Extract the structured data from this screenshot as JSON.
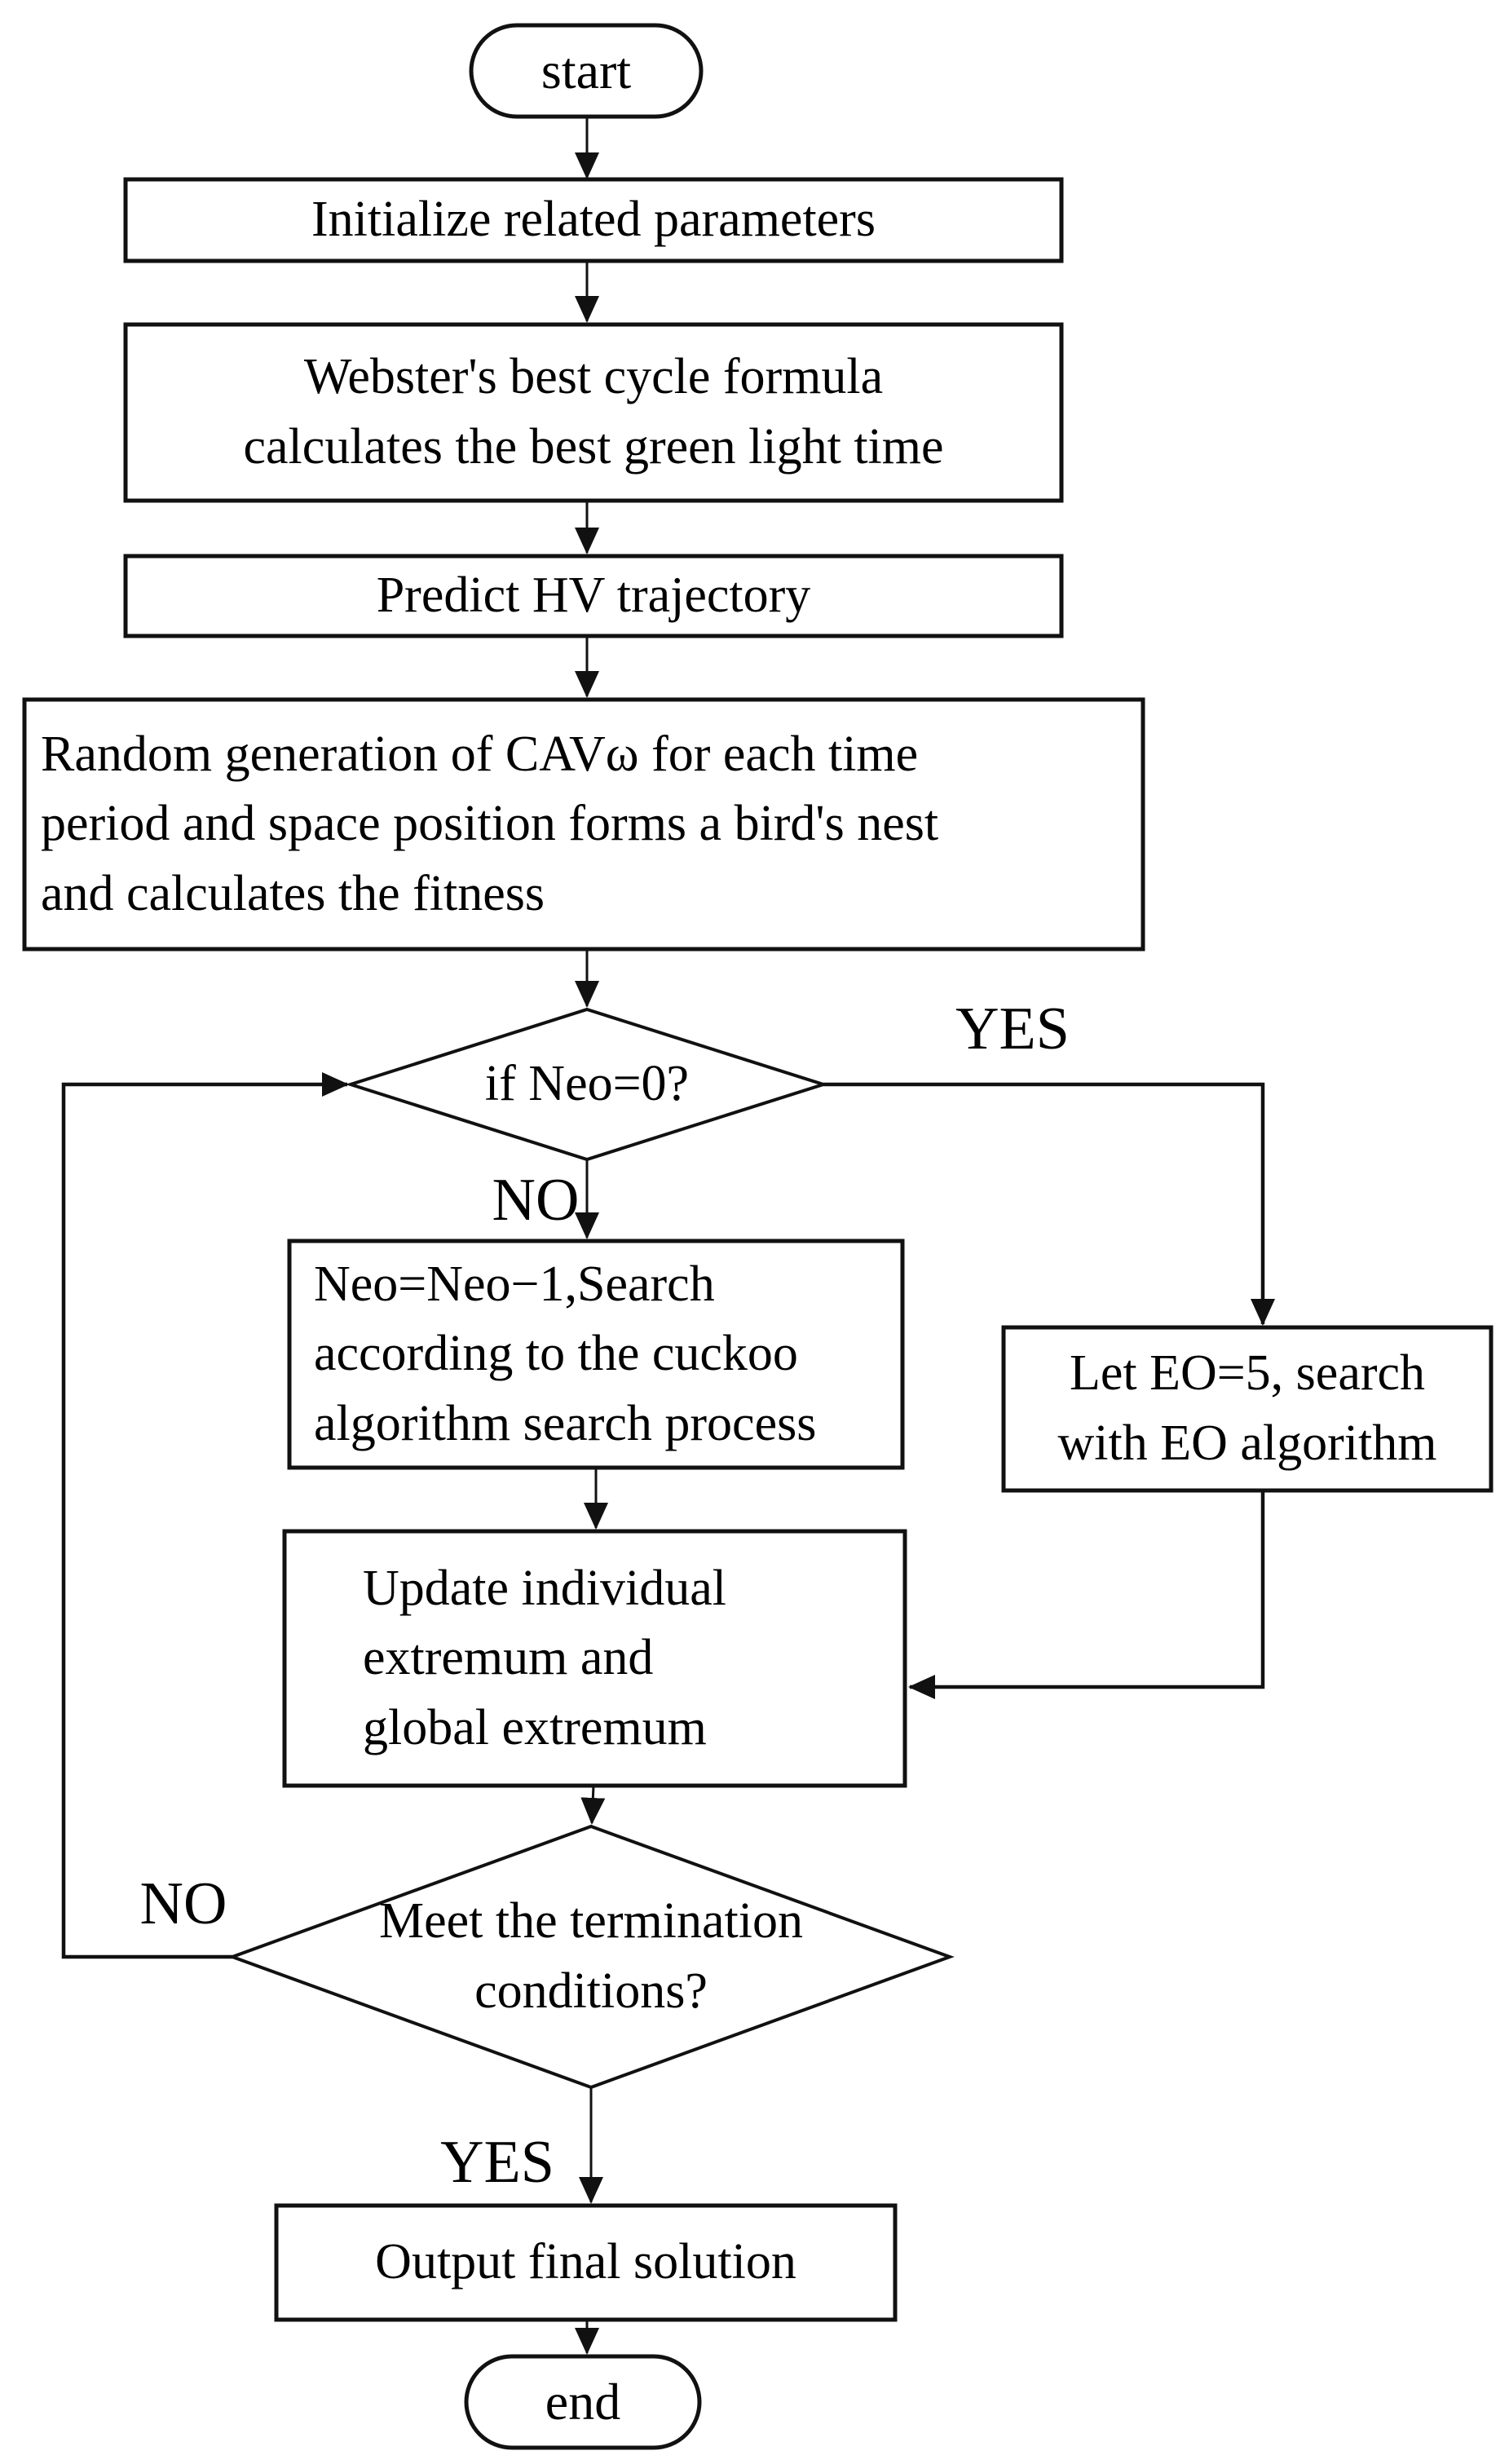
{
  "flowchart": {
    "colors": {
      "stroke": "#111111",
      "background": "#ffffff"
    },
    "nodes": {
      "start": "start",
      "initialize": "Initialize related parameters",
      "webster": "Webster's best cycle formula\ncalculates the best green light time",
      "predict": "Predict HV trajectory",
      "random_generation": "Random generation of CAVω for each time\nperiod and space position forms a bird's nest\nand calculates the fitness",
      "neo_decision": "if Neo=0?",
      "cuckoo_search": "Neo=Neo−1,Search\naccording to the cuckoo\nalgorithm search process",
      "eo_search": "Let EO=5, search\nwith EO algorithm",
      "update_extremum": "Update individual\nextremum and\nglobal extremum",
      "termination_decision": "Meet the termination\nconditions?",
      "output": "Output final solution",
      "end": "end"
    },
    "edge_labels": {
      "neo_yes": "YES",
      "neo_no": "NO",
      "termination_no": "NO",
      "termination_yes": "YES"
    },
    "edges": [
      {
        "from": "start",
        "to": "initialize"
      },
      {
        "from": "initialize",
        "to": "webster"
      },
      {
        "from": "webster",
        "to": "predict"
      },
      {
        "from": "predict",
        "to": "random_generation"
      },
      {
        "from": "random_generation",
        "to": "neo_decision"
      },
      {
        "from": "neo_decision",
        "to": "cuckoo_search",
        "label": "NO"
      },
      {
        "from": "neo_decision",
        "to": "eo_search",
        "label": "YES"
      },
      {
        "from": "cuckoo_search",
        "to": "update_extremum"
      },
      {
        "from": "eo_search",
        "to": "update_extremum"
      },
      {
        "from": "update_extremum",
        "to": "termination_decision"
      },
      {
        "from": "termination_decision",
        "to": "neo_decision",
        "label": "NO"
      },
      {
        "from": "termination_decision",
        "to": "output",
        "label": "YES"
      },
      {
        "from": "output",
        "to": "end"
      }
    ]
  }
}
